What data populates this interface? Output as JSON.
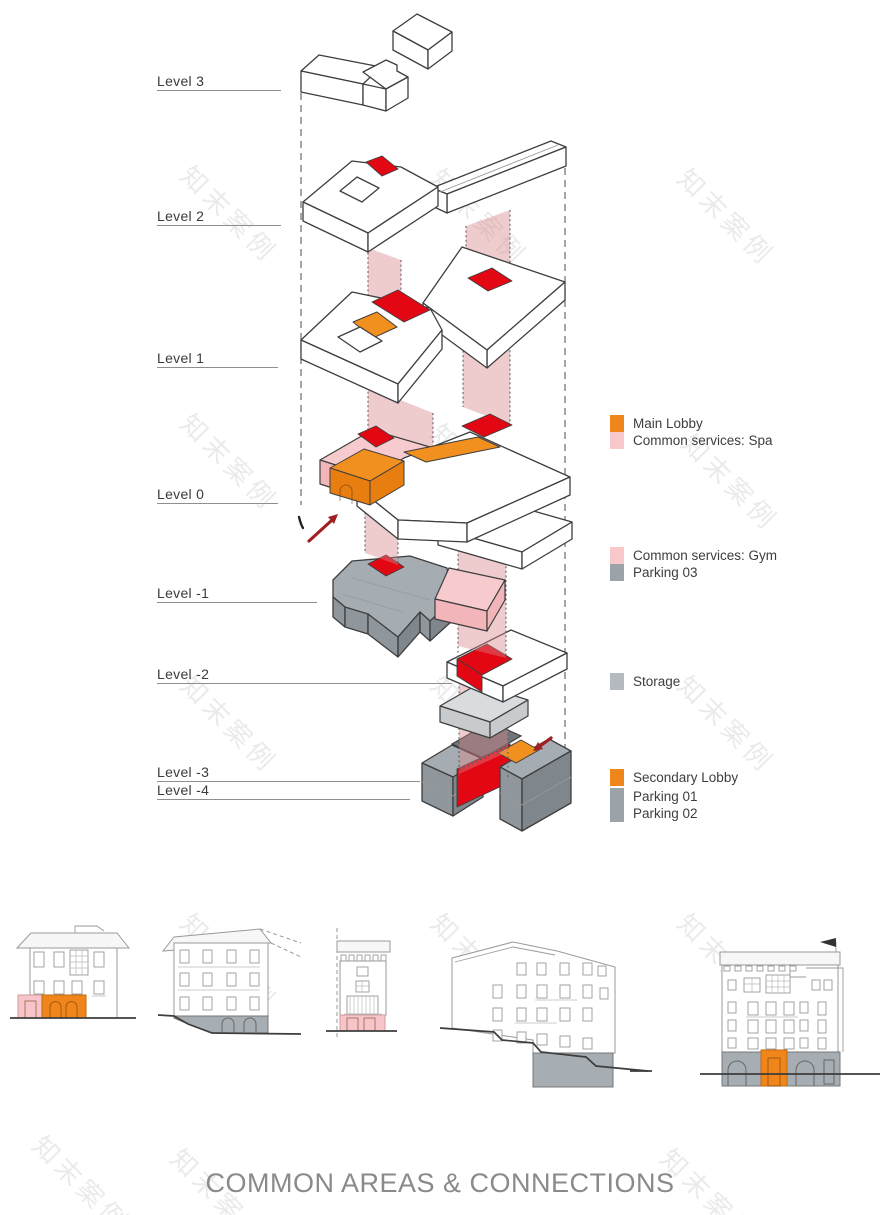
{
  "page": {
    "title": "COMMON AREAS & CONNECTIONS"
  },
  "watermark": {
    "text": "知末案例"
  },
  "levels": [
    {
      "label": "Level 3"
    },
    {
      "label": "Level 2"
    },
    {
      "label": "Level 1"
    },
    {
      "label": "Level 0"
    },
    {
      "label": "Level -1"
    },
    {
      "label": "Level -2"
    },
    {
      "label": "Level -3"
    },
    {
      "label": "Level -4"
    }
  ],
  "legend": {
    "groups": [
      {
        "items": [
          {
            "label": "Main Lobby",
            "color": "#F0861B"
          },
          {
            "label": "Common services: Spa",
            "color": "#F8C8CB"
          }
        ]
      },
      {
        "items": [
          {
            "label": "Common services: Gym",
            "color": "#F8C8CB"
          },
          {
            "label": "Parking 03",
            "color": "#9BA2A8"
          }
        ]
      },
      {
        "items": [
          {
            "label": "Storage",
            "color": "#B4BABF"
          }
        ]
      },
      {
        "items": [
          {
            "label": "Secondary Lobby",
            "color": "#F0861B"
          },
          {
            "label": "Parking 01",
            "color": "#9BA2A8"
          },
          {
            "label": "Parking 02",
            "color": "#9BA2A8"
          }
        ]
      }
    ]
  },
  "diagram": {
    "colors": {
      "core_red": "#E30613",
      "lobby_orange": "#F0861B",
      "services_pink": "#F7C5C9",
      "parking_gray": "#A6ADB2",
      "storage_gray": "#D9DCDE",
      "shaft_pink": "rgba(214,133,139,0.42)",
      "arrow_red": "#9E2023"
    }
  }
}
